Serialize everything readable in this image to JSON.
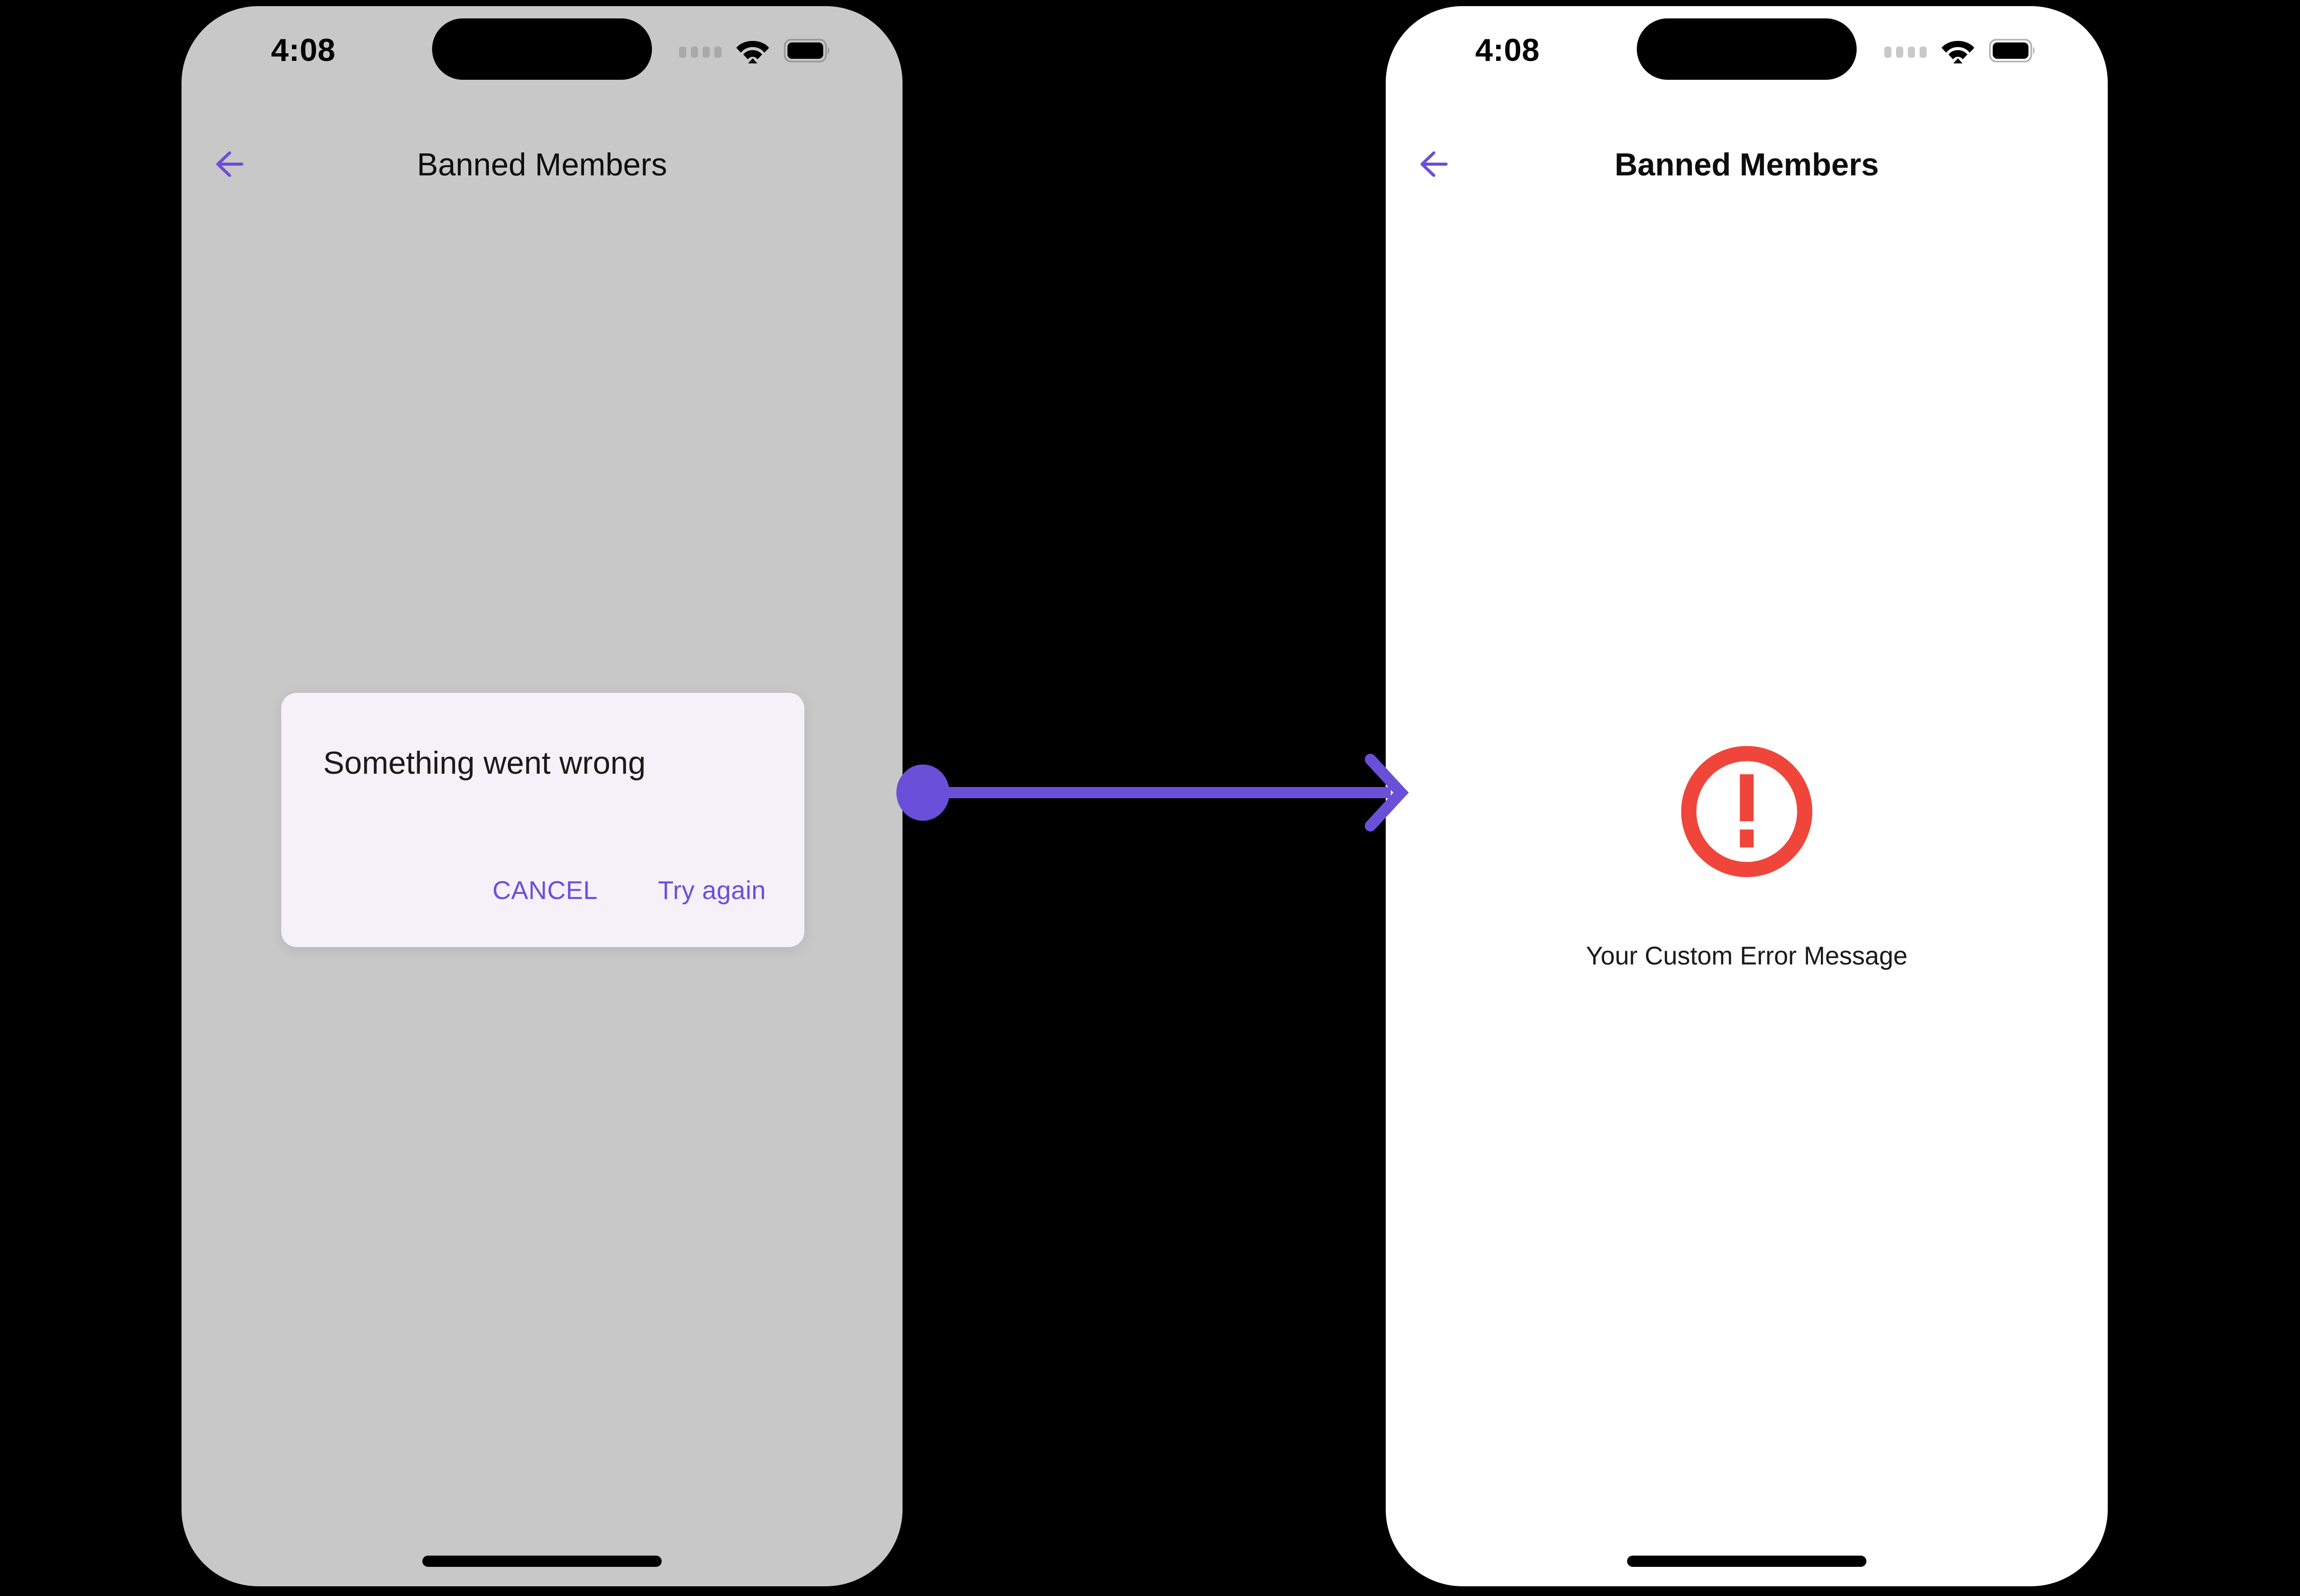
{
  "theme": {
    "accent_purple": "#6a4fd8",
    "error_red": "#F0453A",
    "dialog_bg": "#f4f1f8",
    "left_screen_bg": "#c8c8c8",
    "right_screen_bg": "#ffffff",
    "page_bg": "#000000"
  },
  "status_bar": {
    "time": "4:08",
    "icons": {
      "signal": "cellular-signal-icon",
      "wifi": "wifi-icon",
      "battery": "battery-full-icon"
    }
  },
  "left_phone": {
    "nav": {
      "back_icon": "arrow-left-icon",
      "title": "Banned Members"
    },
    "dialog": {
      "title": "Something went wrong",
      "cancel_label": "CANCEL",
      "retry_label": "Try again"
    }
  },
  "right_phone": {
    "nav": {
      "back_icon": "arrow-left-icon",
      "title": "Banned Members"
    },
    "error_state": {
      "icon": "error-exclamation-circle-icon",
      "message": "Your Custom Error Message"
    }
  },
  "connector": {
    "start_marker": "circle-dot-icon",
    "end_marker": "arrow-head-icon"
  }
}
